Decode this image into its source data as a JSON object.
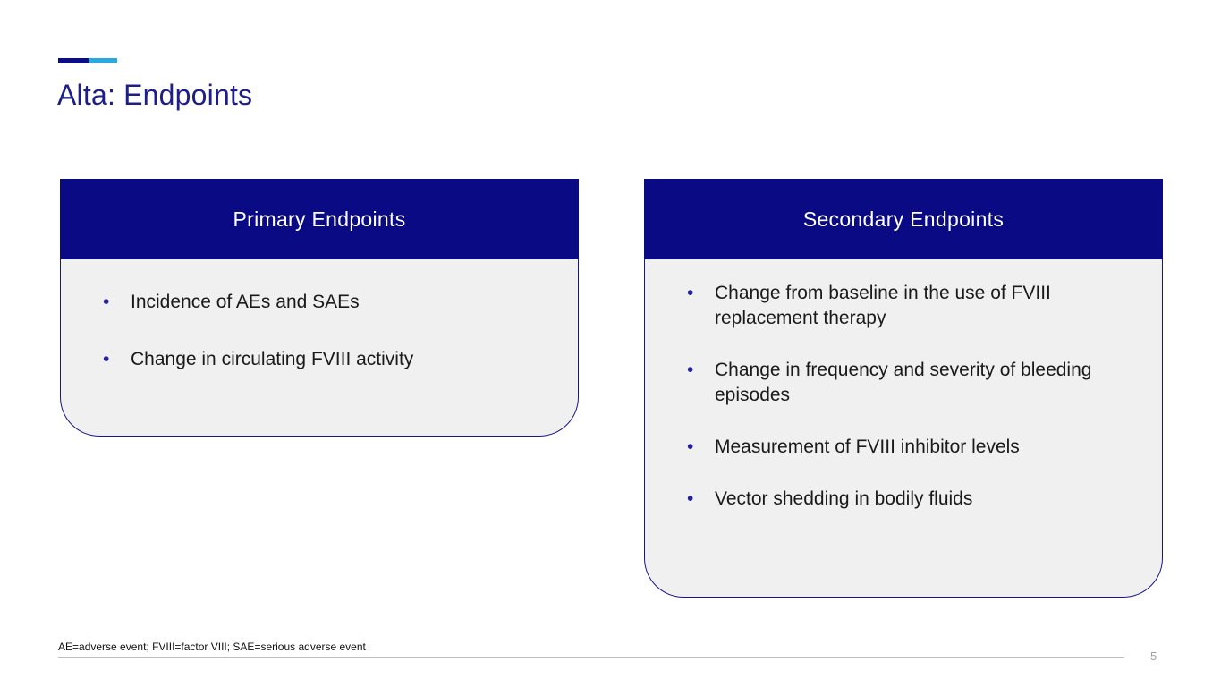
{
  "slide": {
    "title": "Alta: Endpoints",
    "accent_colors": {
      "dark": "#0b0b8e",
      "light": "#2aa9e0"
    },
    "header_color": "#0a0a85",
    "cards": [
      {
        "header": "Primary Endpoints",
        "bullets": [
          "Incidence of AEs and SAEs",
          "Change in circulating FVIII activity"
        ]
      },
      {
        "header": "Secondary Endpoints",
        "bullets": [
          "Change from baseline in the use of FVIII replacement therapy",
          "Change in frequency and severity of bleeding episodes",
          "Measurement of FVIII inhibitor levels",
          "Vector shedding in bodily fluids"
        ]
      }
    ],
    "footnote": "AE=adverse event; FVIII=factor VIII; SAE=serious adverse event",
    "page_number": "5"
  }
}
